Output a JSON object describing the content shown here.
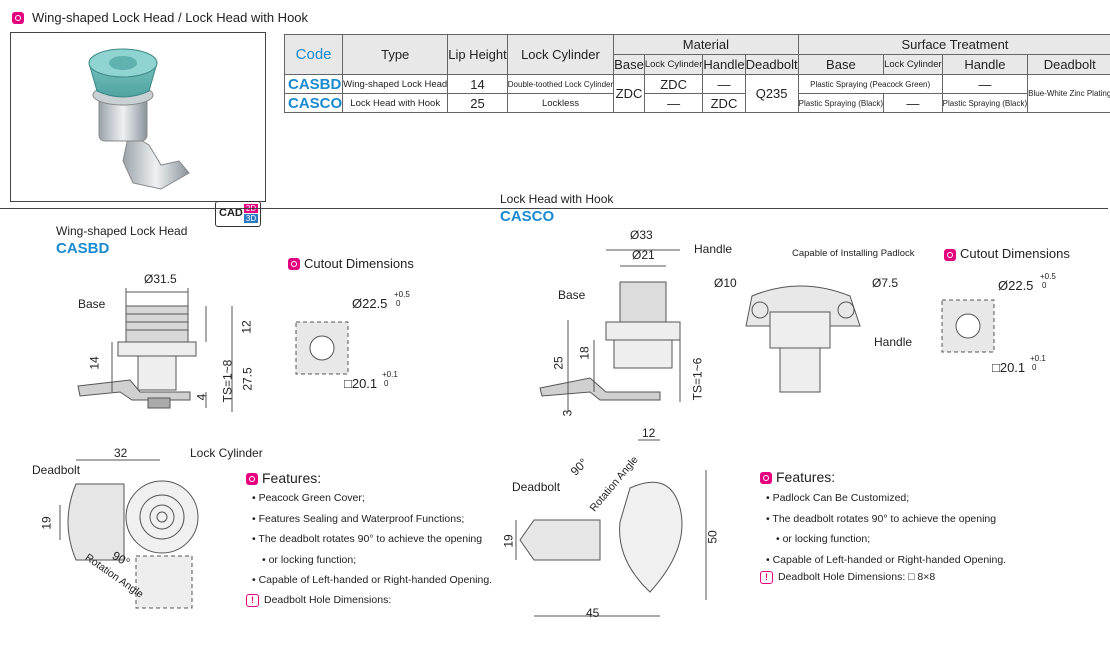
{
  "header": {
    "title": "Wing-shaped Lock Head / Lock Head with Hook",
    "cad_label": "CAD",
    "cad_2d": "2D",
    "cad_3d": "3D"
  },
  "table": {
    "headers": {
      "code": "Code",
      "type": "Type",
      "lip": "Lip Height",
      "cyl": "Lock Cylinder",
      "material": "Material",
      "surface": "Surface Treatment"
    },
    "sub_headers": {
      "base": "Base",
      "cyl": "Lock Cylinder",
      "handle": "Handle",
      "deadbolt": "Deadbolt"
    },
    "rows": [
      {
        "code": "CASBD",
        "type": "Wing-shaped Lock Head",
        "lip": "14",
        "cyl": "Double-toothed Lock Cylinder",
        "mat_cyl": "ZDC",
        "mat_handle": "—",
        "surf_base": "Plastic Spraying (Peacock Green)",
        "surf_handle": "—"
      },
      {
        "code": "CASCO",
        "type": "Lock Head with Hook",
        "lip": "25",
        "cyl": "Lockless",
        "mat_cyl": "—",
        "mat_handle": "ZDC",
        "surf_base": "Plastic Spraying (Black)",
        "surf_cyl": "—",
        "surf_handle": "Plastic Spraying (Black)"
      }
    ],
    "shared": {
      "mat_base": "ZDC",
      "mat_deadbolt": "Q235",
      "surf_deadbolt": "Blue-White Zinc Plating"
    }
  },
  "casbd": {
    "name": "Wing-shaped Lock Head",
    "code": "CASBD",
    "labels": {
      "base": "Base",
      "deadbolt": "Deadbolt",
      "cylinder": "Lock Cylinder",
      "rotation": "Rotation Angle",
      "angle": "90°"
    },
    "dims": {
      "d1": "Ø31.5",
      "d12": "12",
      "d14": "14",
      "d27": "27.5",
      "ts": "TS=1~8",
      "d4": "4",
      "d32": "32",
      "d19": "19"
    },
    "cutout": {
      "title": "Cutout Dimensions",
      "dia": "Ø22.5",
      "dia_tol": "+0.5",
      "dia_tol2": "0",
      "sq": "□20.1",
      "sq_tol": "+0.1",
      "sq_tol2": "0"
    },
    "features": {
      "title": "Features:",
      "items": [
        "Peacock Green Cover;",
        "Features Sealing and Waterproof Functions;",
        "The deadbolt rotates 90° to achieve the opening",
        "or locking function;",
        "Capable of Left-handed or Right-handed Opening."
      ],
      "hole": "Deadbolt Hole Dimensions:"
    }
  },
  "casco": {
    "name": "Lock Head with Hook",
    "code": "CASCO",
    "labels": {
      "base": "Base",
      "handle": "Handle",
      "handle2": "Handle",
      "padlock": "Capable of Installing Padlock",
      "deadbolt": "Deadbolt",
      "rotation": "Rotation Angle",
      "angle": "90°"
    },
    "dims": {
      "d33": "Ø33",
      "d21": "Ø21",
      "d10": "Ø10",
      "d75": "Ø7.5",
      "d25": "25",
      "d18": "18",
      "ts": "TS=1~6",
      "d3": "3",
      "d12": "12",
      "d19": "19",
      "d50": "50",
      "d45": "45"
    },
    "cutout": {
      "title": "Cutout Dimensions",
      "dia": "Ø22.5",
      "dia_tol": "+0.5",
      "dia_tol2": "0",
      "sq": "□20.1",
      "sq_tol": "+0.1",
      "sq_tol2": "0"
    },
    "features": {
      "title": "Features:",
      "items": [
        "Padlock Can Be Customized;",
        "The deadbolt rotates 90° to achieve the opening",
        "or locking function;",
        "Capable of Left-handed or Right-handed Opening."
      ],
      "hole": "Deadbolt Hole Dimensions: □ 8×8"
    }
  }
}
